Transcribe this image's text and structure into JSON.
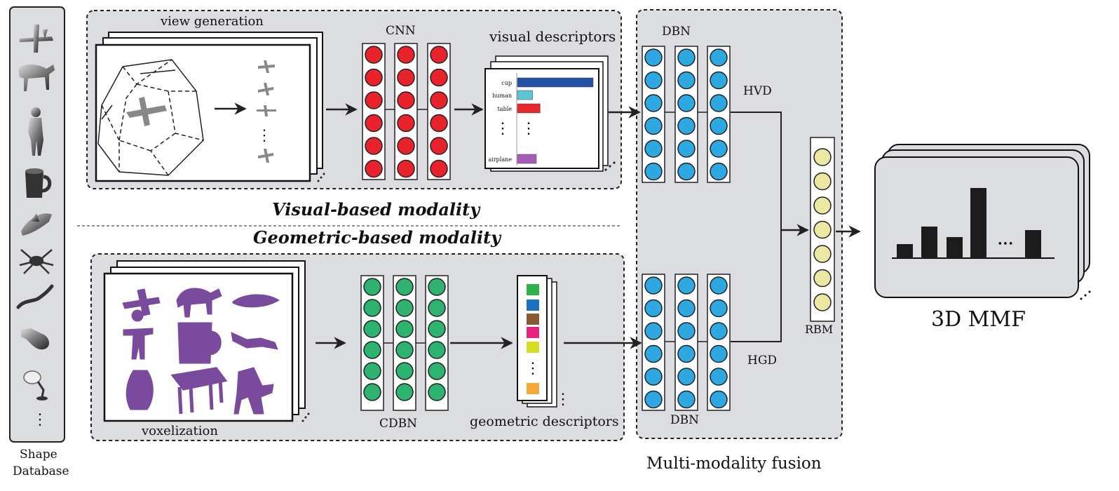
{
  "shape_database": {
    "label_line1": "Shape",
    "label_line2": "Database",
    "dots": "⋮"
  },
  "visual": {
    "section_title": "Visual-based modality",
    "view_generation": "view generation",
    "cnn": "CNN",
    "visual_descriptors": "visual descriptors",
    "chart_labels": [
      "cup",
      "human",
      "table",
      "airplane"
    ],
    "chart_values": [
      100,
      20,
      30,
      25
    ],
    "chart_colors": [
      "#2451a6",
      "#5bc6d8",
      "#e8282b",
      "#a55db5"
    ],
    "node_color": "#e8232b"
  },
  "geometric": {
    "section_title": "Geometric-based modality",
    "voxelization": "voxelization",
    "cdbn": "CDBN",
    "geometric_descriptors": "geometric descriptors",
    "swatch_colors": [
      "#2fb24a",
      "#1b72c4",
      "#8a5a35",
      "#e6217f",
      "#d6de22",
      "#f7a63a"
    ],
    "node_color": "#2db36f",
    "voxel_color": "#7a4a9c"
  },
  "fusion": {
    "dbn_top": "DBN",
    "dbn_bottom": "DBN",
    "hvd": "HVD",
    "hgd": "HGD",
    "rbm": "RBM",
    "section_title": "Multi-modality fusion",
    "dbn_node_color": "#2ea8e0",
    "rbm_node_color": "#ece7a3"
  },
  "output": {
    "label": "3D MMF",
    "bar_values": [
      2,
      4.5,
      3,
      10,
      4
    ],
    "ellipsis": "•••"
  },
  "panel_color": "#dcdde1"
}
